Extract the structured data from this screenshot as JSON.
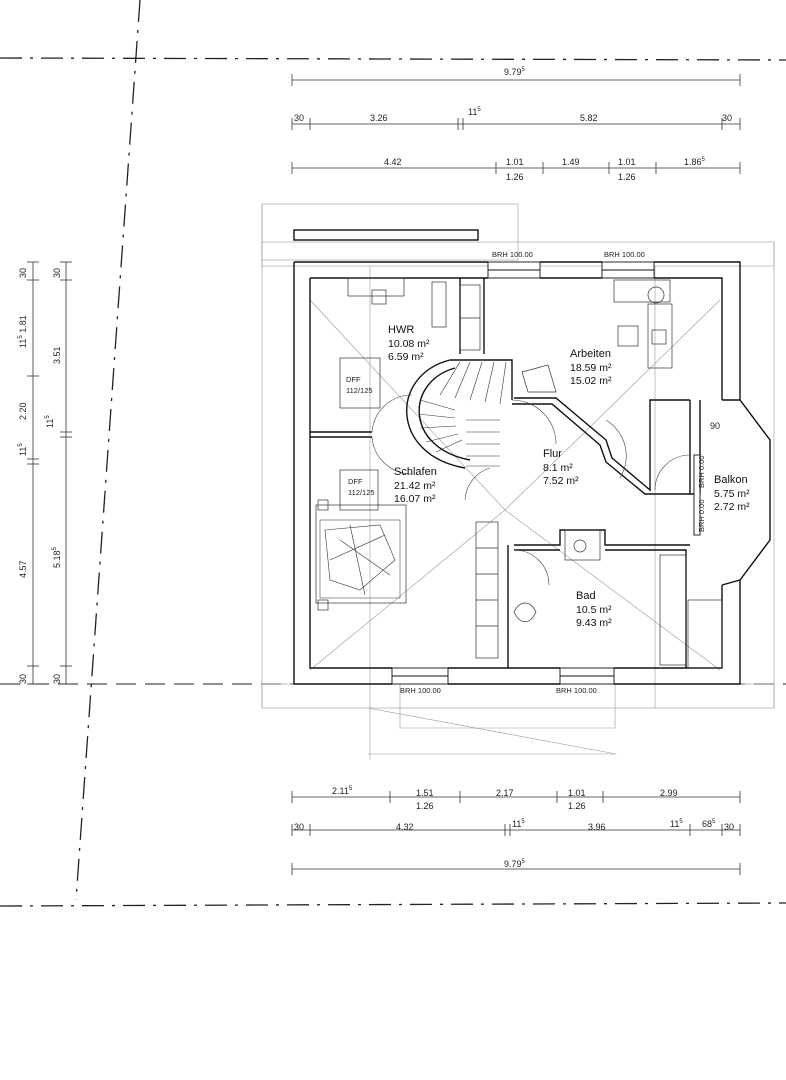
{
  "dims_top": {
    "total": "9.79",
    "total_sup": "5",
    "row2": [
      "30",
      "3.26",
      "11",
      "5.82",
      "30"
    ],
    "row2_mid_sup": "5",
    "row3_a": [
      "4.42",
      "1.01",
      "1.49",
      "1.01",
      "1.86"
    ],
    "row3_last_sup": "5",
    "row3_b": [
      "1.26",
      "1.26"
    ]
  },
  "dims_bottom": {
    "row1_a": [
      "2.11",
      "1.51",
      "2.17",
      "1.01",
      "2.99"
    ],
    "row1_first_sup": "5",
    "row1_b": [
      "1.26",
      "1.26"
    ],
    "row2": [
      "30",
      "4.32",
      "11",
      "3.96",
      "11",
      "68",
      "30"
    ],
    "row2_sup": "5",
    "total": "9.79",
    "total_sup": "5"
  },
  "dims_left": {
    "outer": [
      "30",
      "1.81",
      "2.20",
      "4.57",
      "30"
    ],
    "outer_mid": "11",
    "outer_low": "11",
    "inner": [
      "30",
      "3.51",
      "11",
      "5.18",
      "30"
    ],
    "sup": "5"
  },
  "windows": {
    "brh_top_left": "BRH 100.00",
    "brh_top_right": "BRH 100.00",
    "brh_bottom_left": "BRH 100.00",
    "brh_bottom_right": "BRH 100.00",
    "brh_balcony_1": "BRH 0.00",
    "brh_balcony_2": "BRH 0.00",
    "dff_1": "DFF",
    "dff_1_size": "112/125",
    "dff_2": "DFF",
    "dff_2_size": "112/125",
    "balcony_dim": "90"
  },
  "rooms": [
    {
      "name": "HWR",
      "area": "10.08 m²",
      "net": "6.59 m²"
    },
    {
      "name": "Arbeiten",
      "area": "18.59 m²",
      "net": "15.02 m²"
    },
    {
      "name": "Schlafen",
      "area": "21.42 m²",
      "net": "16.07 m²"
    },
    {
      "name": "Flur",
      "area": "8.1 m²",
      "net": "7.52 m²"
    },
    {
      "name": "Balkon",
      "area": "5.75 m²",
      "net": "2.72 m²"
    },
    {
      "name": "Bad",
      "area": "10.5 m²",
      "net": "9.43 m²"
    }
  ]
}
